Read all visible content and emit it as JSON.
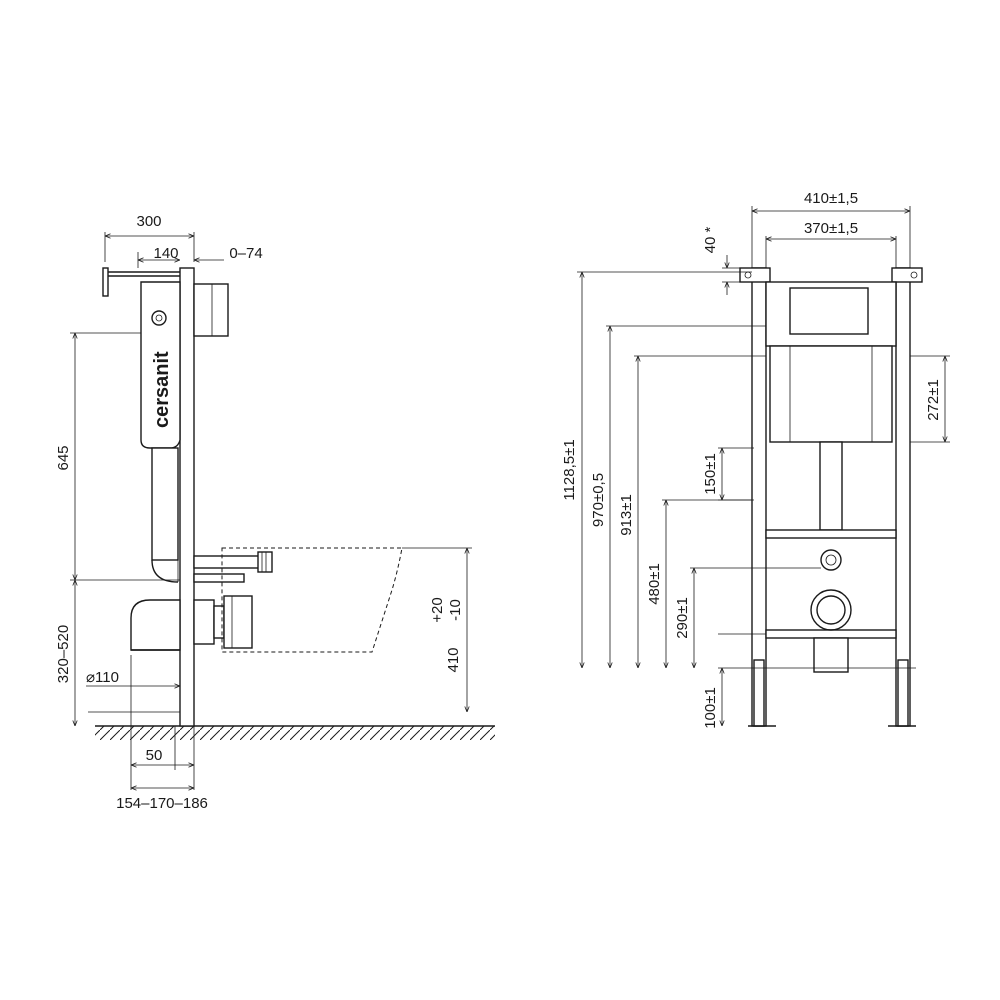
{
  "side_view": {
    "brand": "cersanit",
    "dimensions": {
      "width_total": "300",
      "width_frame": "140",
      "adjust": "0–74",
      "height_cistern": "645",
      "height_range": "320–520",
      "diameter": "⌀110",
      "bowl_height": "410",
      "tolerance_plus": "+20",
      "tolerance_minus": "-10",
      "offset": "50",
      "depth_range": "154–170–186"
    }
  },
  "front_view": {
    "dimensions": {
      "width_outer": "410±1,5",
      "width_inner": "370±1,5",
      "top_offset": "40 *",
      "total_height": "1128,5±1",
      "height_970": "970±0,5",
      "height_913": "913±1",
      "height_480": "480±1",
      "height_290": "290±1",
      "height_100": "100±1",
      "height_150": "150±1",
      "height_272": "272±1"
    }
  }
}
